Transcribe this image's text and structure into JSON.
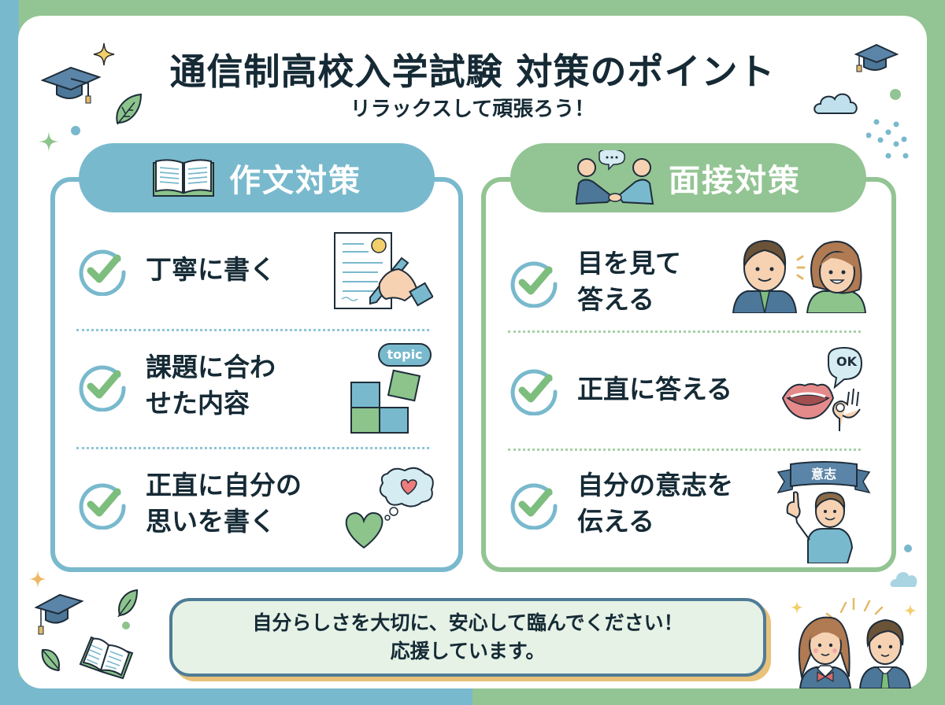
{
  "header": {
    "title": "通信制高校入学試験 対策のポイント",
    "subtitle": "リラックスして頑張ろう！"
  },
  "sections": [
    {
      "title": "作文対策",
      "icon": "open-book-icon",
      "color": "#79b9cd",
      "items": [
        {
          "text": "丁寧に書く",
          "illustration": "writing-hand-illustration"
        },
        {
          "text": "課題に合わ\nせた内容",
          "illustration": "puzzle-illustration",
          "badge": "topic"
        },
        {
          "text": "正直に自分の\n思いを書く",
          "illustration": "heart-thought-illustration"
        }
      ]
    },
    {
      "title": "面接対策",
      "icon": "handshake-icon",
      "color": "#93c493",
      "items": [
        {
          "text": "目を見て\n答える",
          "illustration": "eye-contact-illustration"
        },
        {
          "text": "正直に答える",
          "illustration": "mouth-ok-illustration",
          "badge": "OK"
        },
        {
          "text": "自分の意志を\n伝える",
          "illustration": "will-banner-illustration",
          "badge": "意志"
        }
      ]
    }
  ],
  "footer": {
    "line1": "自分らしさを大切に、安心して臨んでください！",
    "line2": "応援しています。"
  },
  "colors": {
    "blue": "#79b9cd",
    "green": "#93c493",
    "text": "#152a35",
    "footer_bg": "#e6f2e6",
    "footer_border": "#4f7c95",
    "accent_shadow": "#e9c27b"
  }
}
